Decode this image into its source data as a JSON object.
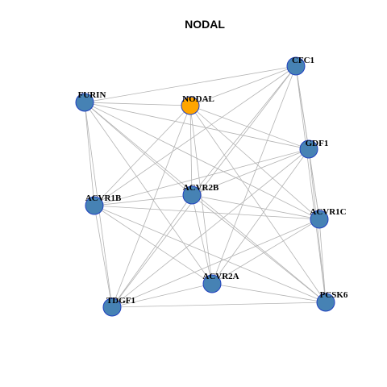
{
  "title": "NODAL",
  "colors": {
    "hub_node": "#ffa500",
    "node": "#4682b4",
    "node_border": "#1f3fbf",
    "edge": "#b3b3b3",
    "background": "#ffffff"
  },
  "nodes": [
    {
      "id": "CFC1",
      "label": "CFC1",
      "hub": false
    },
    {
      "id": "FURIN",
      "label": "FURIN",
      "hub": false
    },
    {
      "id": "NODAL",
      "label": "NODAL",
      "hub": true
    },
    {
      "id": "GDF1",
      "label": "GDF1",
      "hub": false
    },
    {
      "id": "ACVR1B",
      "label": "ACVR1B",
      "hub": false
    },
    {
      "id": "ACVR2B",
      "label": "ACVR2B",
      "hub": false
    },
    {
      "id": "ACVR1C",
      "label": "ACVR1C",
      "hub": false
    },
    {
      "id": "ACVR2A",
      "label": "ACVR2A",
      "hub": false
    },
    {
      "id": "TDGF1",
      "label": "TDGF1",
      "hub": false
    },
    {
      "id": "PCSK6",
      "label": "PCSK6",
      "hub": false
    }
  ],
  "edges": [
    [
      "FURIN",
      "CFC1"
    ],
    [
      "FURIN",
      "NODAL"
    ],
    [
      "FURIN",
      "GDF1"
    ],
    [
      "FURIN",
      "ACVR1C"
    ],
    [
      "FURIN",
      "ACVR2B"
    ],
    [
      "FURIN",
      "ACVR2A"
    ],
    [
      "FURIN",
      "TDGF1"
    ],
    [
      "FURIN",
      "PCSK6"
    ],
    [
      "FURIN",
      "ACVR1B"
    ],
    [
      "NODAL",
      "CFC1"
    ],
    [
      "NODAL",
      "GDF1"
    ],
    [
      "NODAL",
      "ACVR1B"
    ],
    [
      "NODAL",
      "ACVR2B"
    ],
    [
      "NODAL",
      "ACVR1C"
    ],
    [
      "NODAL",
      "ACVR2A"
    ],
    [
      "NODAL",
      "TDGF1"
    ],
    [
      "NODAL",
      "PCSK6"
    ],
    [
      "CFC1",
      "ACVR1B"
    ],
    [
      "CFC1",
      "ACVR2B"
    ],
    [
      "CFC1",
      "GDF1"
    ],
    [
      "CFC1",
      "ACVR1C"
    ],
    [
      "CFC1",
      "ACVR2A"
    ],
    [
      "CFC1",
      "PCSK6"
    ],
    [
      "CFC1",
      "TDGF1"
    ],
    [
      "GDF1",
      "ACVR1B"
    ],
    [
      "GDF1",
      "ACVR2B"
    ],
    [
      "GDF1",
      "ACVR1C"
    ],
    [
      "GDF1",
      "ACVR2A"
    ],
    [
      "GDF1",
      "TDGF1"
    ],
    [
      "GDF1",
      "PCSK6"
    ],
    [
      "ACVR1B",
      "ACVR2B"
    ],
    [
      "ACVR1B",
      "ACVR1C"
    ],
    [
      "ACVR1B",
      "ACVR2A"
    ],
    [
      "ACVR1B",
      "TDGF1"
    ],
    [
      "ACVR1B",
      "PCSK6"
    ],
    [
      "ACVR2B",
      "ACVR1C"
    ],
    [
      "ACVR2B",
      "ACVR2A"
    ],
    [
      "ACVR2B",
      "TDGF1"
    ],
    [
      "ACVR2B",
      "PCSK6"
    ],
    [
      "ACVR1C",
      "ACVR2A"
    ],
    [
      "ACVR1C",
      "TDGF1"
    ],
    [
      "ACVR1C",
      "PCSK6"
    ],
    [
      "ACVR2A",
      "TDGF1"
    ],
    [
      "ACVR2A",
      "PCSK6"
    ],
    [
      "TDGF1",
      "PCSK6"
    ]
  ]
}
